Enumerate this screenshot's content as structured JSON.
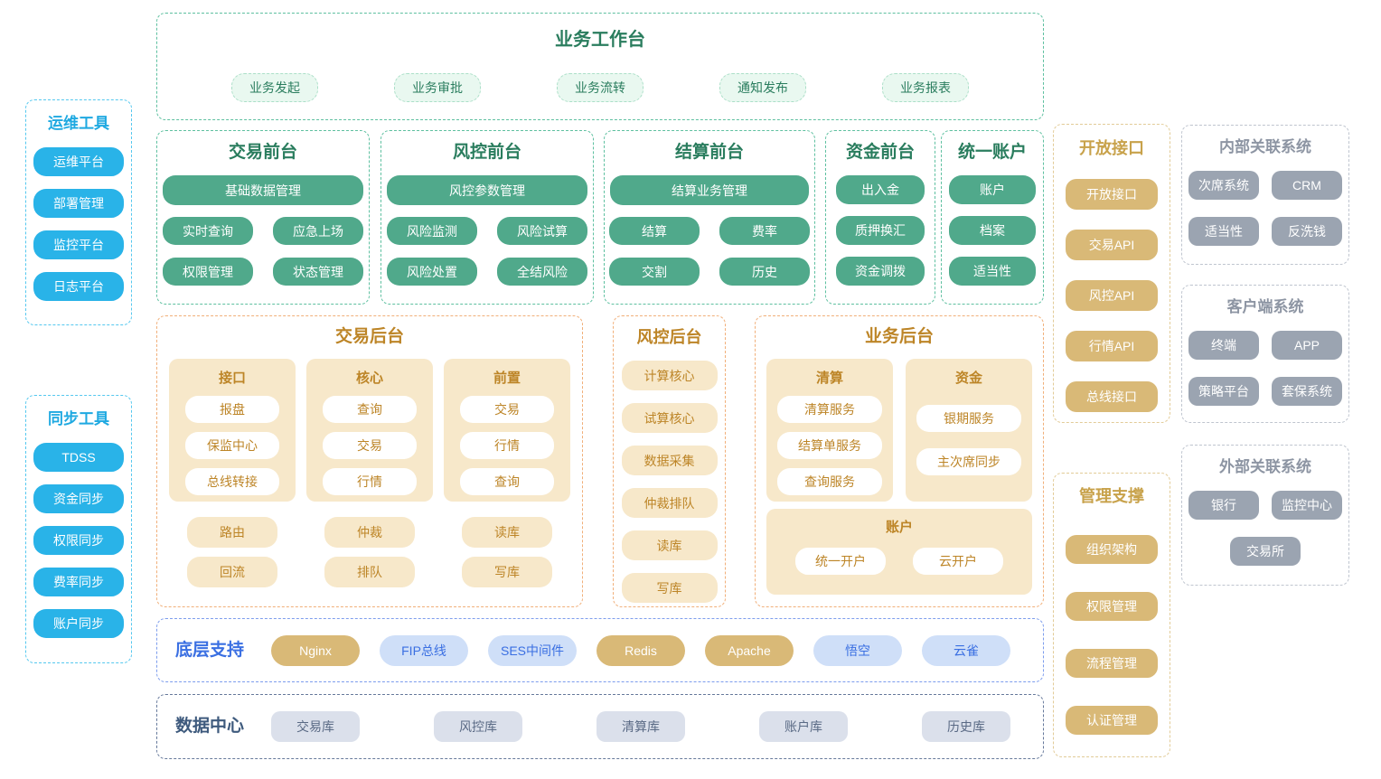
{
  "colors": {
    "cyan_button": "#29b3e8",
    "green_button": "#50a98b",
    "green_title": "#2a7d5e",
    "mint_chip_bg": "#e9f8f0",
    "tan_box_bg": "#f7e8ca",
    "orange_title": "#bd8527",
    "gold_button": "#d9b977",
    "gold_title": "#c8a24b",
    "blue_title": "#3a6fe2",
    "light_blue_chip": "#cfdff8",
    "navy_title": "#3e5a7d",
    "gray_chip_bg": "#dbe0eb",
    "gray_button": "#9ba4b1",
    "gray_title": "#8d95a3"
  },
  "ops_tools": {
    "title": "运维工具",
    "items": [
      "运维平台",
      "部署管理",
      "监控平台",
      "日志平台"
    ]
  },
  "sync_tools": {
    "title": "同步工具",
    "items": [
      "TDSS",
      "资金同步",
      "权限同步",
      "费率同步",
      "账户同步"
    ]
  },
  "workbench": {
    "title": "业务工作台",
    "items": [
      "业务发起",
      "业务审批",
      "业务流转",
      "通知发布",
      "业务报表"
    ]
  },
  "front_office": {
    "trade": {
      "title": "交易前台",
      "wide": "基础数据管理",
      "items": [
        "实时查询",
        "应急上场",
        "权限管理",
        "状态管理"
      ]
    },
    "risk": {
      "title": "风控前台",
      "wide": "风控参数管理",
      "items": [
        "风险监测",
        "风险试算",
        "风险处置",
        "全结风险"
      ]
    },
    "settle": {
      "title": "结算前台",
      "wide": "结算业务管理",
      "items": [
        "结算",
        "费率",
        "交割",
        "历史"
      ]
    },
    "funds": {
      "title": "资金前台",
      "items": [
        "出入金",
        "质押换汇",
        "资金调拨"
      ]
    },
    "account": {
      "title": "统一账户",
      "items": [
        "账户",
        "档案",
        "适当性"
      ]
    }
  },
  "back_office": {
    "trade": {
      "title": "交易后台",
      "groups": [
        {
          "title": "接口",
          "items": [
            "报盘",
            "保监中心",
            "总线转接"
          ]
        },
        {
          "title": "核心",
          "items": [
            "查询",
            "交易",
            "行情"
          ]
        },
        {
          "title": "前置",
          "items": [
            "交易",
            "行情",
            "查询"
          ]
        }
      ],
      "extras": [
        [
          "路由",
          "回流"
        ],
        [
          "仲裁",
          "排队"
        ],
        [
          "读库",
          "写库"
        ]
      ]
    },
    "risk": {
      "title": "风控后台",
      "items": [
        "计算核心",
        "试算核心",
        "数据采集",
        "仲裁排队",
        "读库",
        "写库"
      ]
    },
    "business": {
      "title": "业务后台",
      "clearing": {
        "title": "清算",
        "items": [
          "清算服务",
          "结算单服务",
          "查询服务"
        ]
      },
      "funds": {
        "title": "资金",
        "items": [
          "银期服务",
          "主次席同步"
        ]
      },
      "account": {
        "title": "账户",
        "items": [
          "统一开户",
          "云开户"
        ]
      }
    }
  },
  "infra": {
    "title": "底层支持",
    "items": [
      "Nginx",
      "FIP总线",
      "SES中间件",
      "Redis",
      "Apache",
      "悟空",
      "云雀"
    ]
  },
  "data_center": {
    "title": "数据中心",
    "items": [
      "交易库",
      "风控库",
      "清算库",
      "账户库",
      "历史库"
    ]
  },
  "open_api": {
    "title": "开放接口",
    "items": [
      "开放接口",
      "交易API",
      "风控API",
      "行情API",
      "总线接口"
    ]
  },
  "mgmt": {
    "title": "管理支撑",
    "items": [
      "组织架构",
      "权限管理",
      "流程管理",
      "认证管理"
    ]
  },
  "internal_sys": {
    "title": "内部关联系统",
    "items": [
      "次席系统",
      "CRM",
      "适当性",
      "反洗钱"
    ]
  },
  "client_sys": {
    "title": "客户端系统",
    "items": [
      "终端",
      "APP",
      "策略平台",
      "套保系统"
    ]
  },
  "external_sys": {
    "title": "外部关联系统",
    "items": [
      "银行",
      "监控中心",
      "交易所"
    ]
  }
}
